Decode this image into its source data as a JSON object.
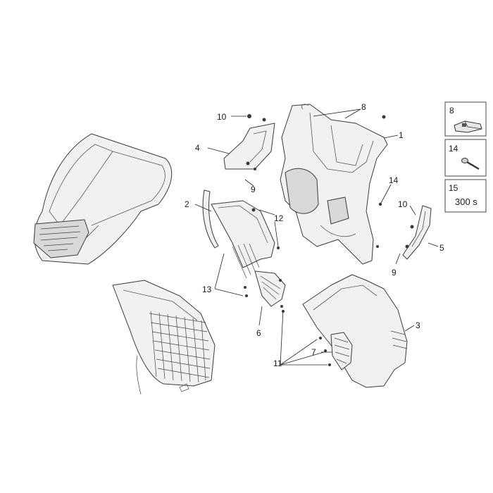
{
  "callouts": [
    {
      "id": "c1",
      "text": "1"
    },
    {
      "id": "c2",
      "text": "2"
    },
    {
      "id": "c3",
      "text": "3"
    },
    {
      "id": "c4",
      "text": "4"
    },
    {
      "id": "c5",
      "text": "5"
    },
    {
      "id": "c6",
      "text": "6"
    },
    {
      "id": "c7",
      "text": "7"
    },
    {
      "id": "c8",
      "text": "8"
    },
    {
      "id": "c9a",
      "text": "9"
    },
    {
      "id": "c9b",
      "text": "9"
    },
    {
      "id": "c10a",
      "text": "10"
    },
    {
      "id": "c10b",
      "text": "10"
    },
    {
      "id": "c11",
      "text": "11"
    },
    {
      "id": "c12",
      "text": "12"
    },
    {
      "id": "c13",
      "text": "13"
    },
    {
      "id": "c14",
      "text": "14"
    }
  ],
  "legend": [
    {
      "number": "8",
      "icon": "clip-nut-icon"
    },
    {
      "number": "14",
      "icon": "screw-icon"
    },
    {
      "number": "15",
      "value": "300 s",
      "icon": ""
    }
  ]
}
